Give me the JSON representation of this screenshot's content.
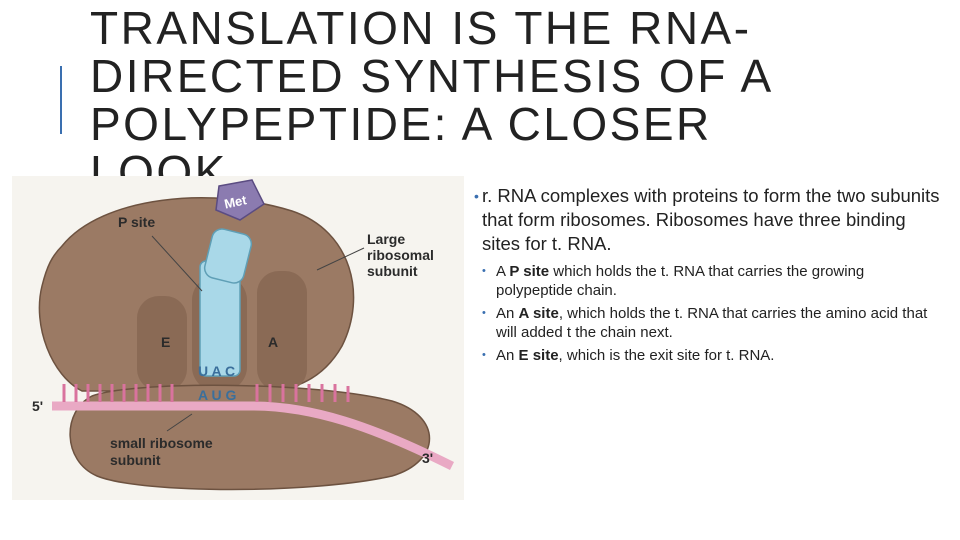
{
  "slide": {
    "title_lines": [
      "TRANSLATION IS THE RNA-",
      "DIRECTED SYNTHESIS OF A",
      "POLYPEPTIDE:  A CLOSER",
      "LOOK"
    ]
  },
  "figure": {
    "met": "Met",
    "p_site": "P site",
    "large_subunit": [
      "Large",
      "ribosomal",
      "subunit"
    ],
    "e": "E",
    "a": "A",
    "anticodon": "U A C",
    "codon": "A U G",
    "five_prime": "5'",
    "three_prime": "3'",
    "small_subunit": [
      "small ribosome",
      "subunit"
    ]
  },
  "content": {
    "main_bullet": "r. RNA complexes with proteins to form the two subunits that form ribosomes.  Ribosomes have three binding sites for t. RNA.",
    "sub_bullets": [
      {
        "pre": "A ",
        "bold": "P site",
        "post": " which holds the t. RNA that carries the growing polypeptide chain."
      },
      {
        "pre": "An ",
        "bold": "A site",
        "post": ", which holds the t. RNA that carries the amino acid that will  added t the chain next."
      },
      {
        "pre": "An ",
        "bold": "E site",
        "post": ", which is the exit site for t. RNA."
      }
    ]
  },
  "colors": {
    "ribosome": "#9b7a64",
    "trna": "#a9d8e8",
    "mrna": "#e9a9c4",
    "accent": "#3a6fb0"
  }
}
